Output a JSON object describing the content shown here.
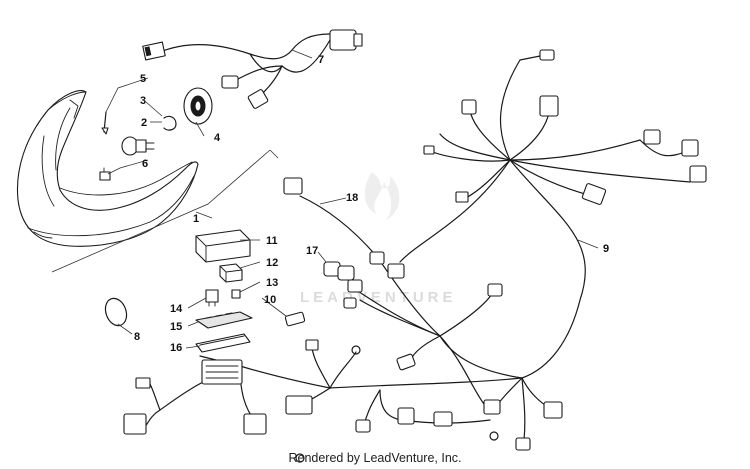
{
  "callouts": [
    "1",
    "2",
    "3",
    "4",
    "5",
    "6",
    "7",
    "8",
    "9",
    "10",
    "11",
    "12",
    "13",
    "14",
    "15",
    "16",
    "17",
    "18"
  ],
  "watermark": "LEADVENTURE",
  "credit": "Rendered by LeadVenture, Inc.",
  "colors": {
    "line": "#1a1a1a",
    "watermark": "#d8d8d8",
    "background": "#ffffff"
  }
}
